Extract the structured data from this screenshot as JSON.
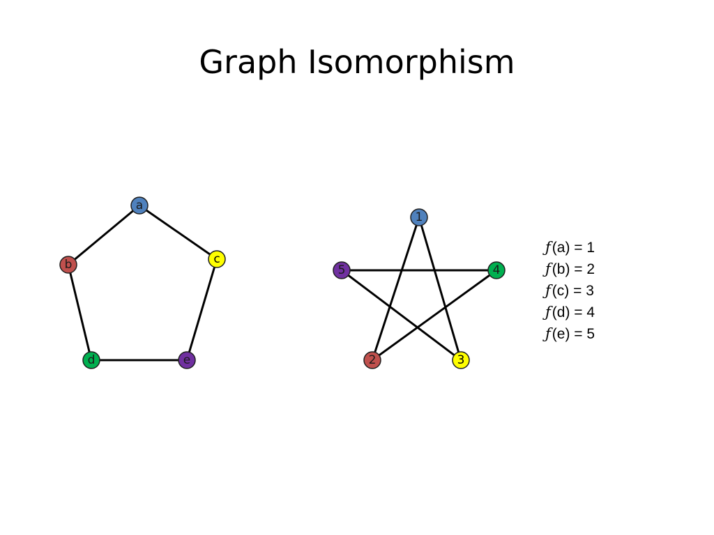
{
  "title": "Graph Isomorphism",
  "colors": {
    "blue": "#4f81bd",
    "red": "#c0504d",
    "yellow": "#ffff00",
    "green": "#00b050",
    "purple": "#7030a0",
    "edge": "#000000"
  },
  "graph_left": {
    "nodes": [
      {
        "id": "a",
        "label": "a",
        "color": "blue"
      },
      {
        "id": "b",
        "label": "b",
        "color": "red"
      },
      {
        "id": "c",
        "label": "c",
        "color": "yellow"
      },
      {
        "id": "d",
        "label": "d",
        "color": "green"
      },
      {
        "id": "e",
        "label": "e",
        "color": "purple"
      }
    ],
    "edges": [
      [
        "a",
        "b"
      ],
      [
        "a",
        "c"
      ],
      [
        "b",
        "d"
      ],
      [
        "c",
        "e"
      ],
      [
        "d",
        "e"
      ]
    ]
  },
  "graph_right": {
    "nodes": [
      {
        "id": "1",
        "label": "1",
        "color": "blue"
      },
      {
        "id": "2",
        "label": "2",
        "color": "red"
      },
      {
        "id": "3",
        "label": "3",
        "color": "yellow"
      },
      {
        "id": "4",
        "label": "4",
        "color": "green"
      },
      {
        "id": "5",
        "label": "5",
        "color": "purple"
      }
    ],
    "edges": [
      [
        "1",
        "2"
      ],
      [
        "1",
        "3"
      ],
      [
        "2",
        "4"
      ],
      [
        "3",
        "5"
      ],
      [
        "4",
        "5"
      ]
    ]
  },
  "mapping": {
    "function_symbol": "ƒ",
    "rows": [
      {
        "arg": "(a) = 1"
      },
      {
        "arg": "(b) = 2"
      },
      {
        "arg": "(c) = 3"
      },
      {
        "arg": "(d) = 4"
      },
      {
        "arg": "(e) = 5"
      }
    ]
  }
}
